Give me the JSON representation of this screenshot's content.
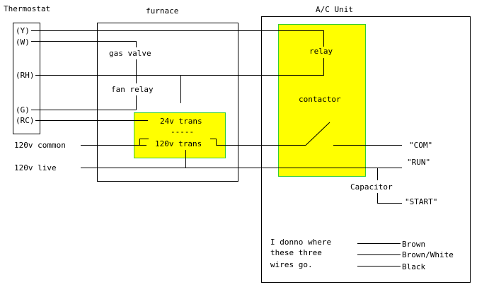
{
  "labels": {
    "thermostat": "Thermostat",
    "furnace": "furnace",
    "ac_unit": "A/C Unit",
    "terminal_y": "(Y)",
    "terminal_w": "(W)",
    "terminal_rh": "(RH)",
    "terminal_g": "(G)",
    "terminal_rc": "(RC)",
    "gas_valve": "gas valve",
    "fan_relay": "fan relay",
    "trans_24v": "24v trans",
    "trans_divider": "-----",
    "trans_120v": "120v trans",
    "common_120v": "120v common",
    "live_120v": "120v live",
    "relay": "relay",
    "contactor": "contactor",
    "com": "\"COM\"",
    "run": "\"RUN\"",
    "capacitor": "Capacitor",
    "start": "\"START\"",
    "note_line1": "I donno where",
    "note_line2": "these three",
    "note_line3": "wires go.",
    "wire_brown": "Brown",
    "wire_brown_white": "Brown/White",
    "wire_black": "Black"
  },
  "colors": {
    "highlight_fill": "#ffff00",
    "highlight_border": "#33cc33",
    "line": "#000000"
  }
}
